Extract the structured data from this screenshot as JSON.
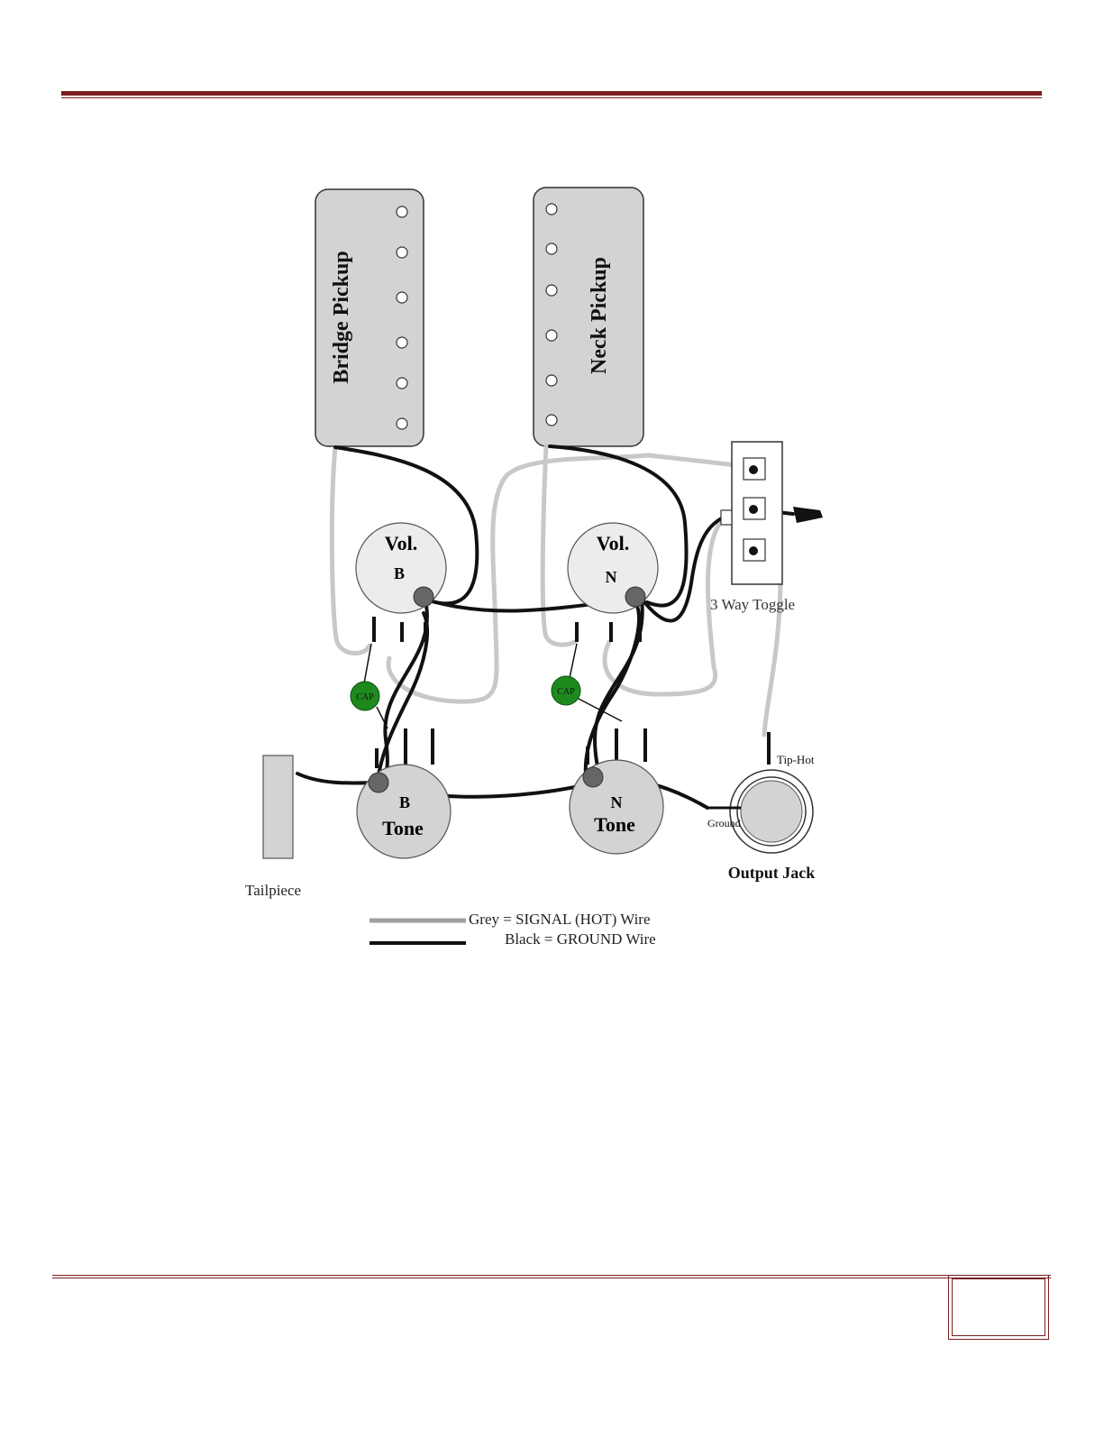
{
  "pickups": {
    "bridge_label": "Bridge Pickup",
    "neck_label": "Neck Pickup"
  },
  "pots": {
    "vol_b_title": "Vol.",
    "vol_b_sub": "B",
    "vol_n_title": "Vol.",
    "vol_n_sub": "N",
    "tone_b_sub": "B",
    "tone_b_title": "Tone",
    "tone_n_sub": "N",
    "tone_n_title": "Tone"
  },
  "caps": {
    "cap_b_label": "CAP",
    "cap_n_label": "CAP"
  },
  "toggle": {
    "label": "3 Way Toggle"
  },
  "jack": {
    "title": "Output Jack",
    "tip_label": "Tip-Hot",
    "ground_label": "Ground"
  },
  "tailpiece": {
    "label": "Tailpiece"
  },
  "legend": {
    "grey_label": "Grey = SIGNAL (HOT) Wire",
    "black_label": "Black = GROUND Wire"
  },
  "colors": {
    "signal_wire": "#c8c8c8",
    "ground_wire": "#111111",
    "cap": "#1e8a1e",
    "rule": "#7a1f1f"
  }
}
